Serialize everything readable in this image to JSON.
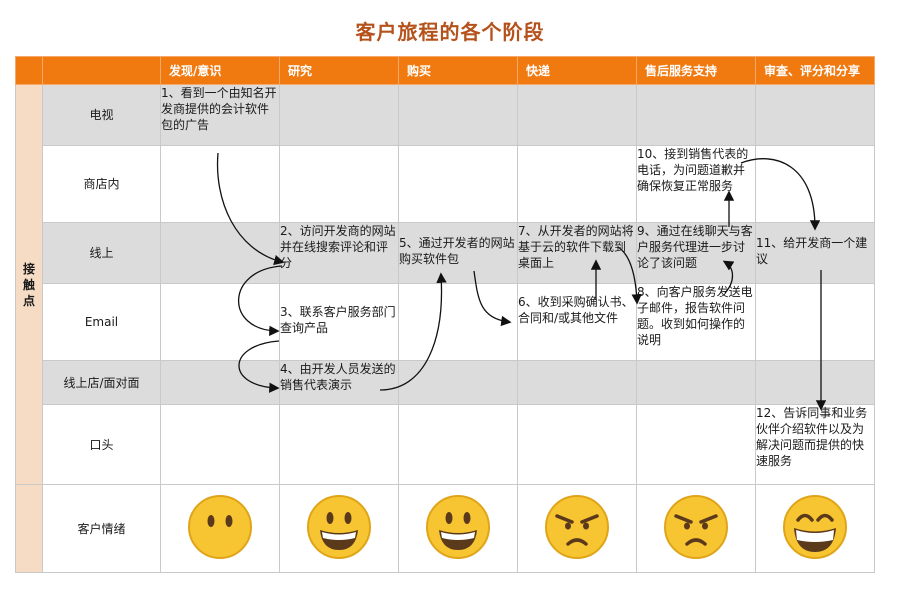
{
  "title": "客户旅程的各个阶段",
  "stages": [
    "发现/意识",
    "研究",
    "购买",
    "快递",
    "售后服务支持",
    "审查、评分和分享"
  ],
  "side_label": "接触点",
  "touchpoints": [
    "电视",
    "商店内",
    "线上",
    "Email",
    "线上店/面对面",
    "口头"
  ],
  "emotion_label": "客户情绪",
  "steps": {
    "s1": "1、看到一个由知名开发商提供的会计软件包的广告",
    "s2": "2、访问开发商的网站并在线搜索评论和评分",
    "s3": "3、联系客户服务部门查询产品",
    "s4": "4、由开发人员发送的销售代表演示",
    "s5": "5、通过开发者的网站购买软件包",
    "s6": "6、收到采购确认书、合同和/或其他文件",
    "s7": "7、从开发者的网站将基于云的软件下载到桌面上",
    "s8": "8、向客户服务发送电子邮件，报告软件问题。收到如何操作的说明",
    "s9": "9、通过在线聊天与客户服务代理进一步讨论了该问题",
    "s10": "10、接到销售代表的电话，为问题道歉并确保恢复正常服务",
    "s11": "11、给开发商一个建议",
    "s12": "12、告诉同事和业务伙伴介绍软件以及为解决问题而提供的快速服务"
  },
  "emotions": [
    "neutral",
    "happy",
    "happy",
    "angry",
    "angry",
    "very-happy"
  ],
  "colors": {
    "header": "#f07a10",
    "title": "#b5521b",
    "side": "#f6dcc4",
    "grey_row": "#dcdcdc",
    "emoji": "#f7c531"
  }
}
